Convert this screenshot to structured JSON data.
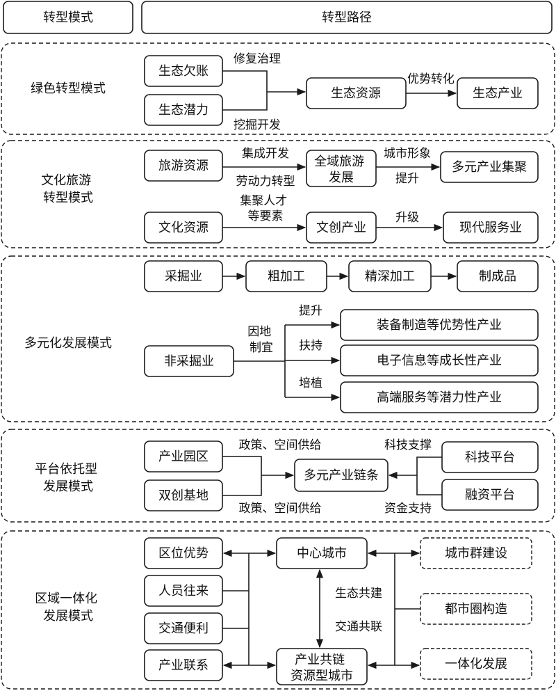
{
  "header": {
    "col1": "转型模式",
    "col2": "转型路径"
  },
  "sections": {
    "green": {
      "model": [
        "绿色转型模式"
      ],
      "nodes": [
        "生态欠账",
        "生态潜力",
        "生态资源",
        "生态产业"
      ],
      "labels": [
        "修复治理",
        "挖掘开发",
        "优势转化"
      ]
    },
    "culture": {
      "model": [
        "文化旅游",
        "转型模式"
      ],
      "nodes": [
        "旅游资源",
        "全域旅游|发展",
        "多元产业集聚",
        "文化资源",
        "文创产业",
        "现代服务业"
      ],
      "labels": [
        "集成开发",
        "劳动力转型",
        "城市形象",
        "提升",
        "集聚人才|等要素",
        "升级"
      ]
    },
    "diverse": {
      "model": [
        "多元化发展模式"
      ],
      "nodes": [
        "采掘业",
        "粗加工",
        "精深加工",
        "制成品",
        "非采掘业",
        "装备制造等优势性产业",
        "电子信息等成长性产业",
        "高端服务等潜力性产业"
      ],
      "labels": [
        "因地|制宜",
        "提升",
        "扶持",
        "培植"
      ]
    },
    "platform": {
      "model": [
        "平台依托型",
        "发展模式"
      ],
      "nodes": [
        "产业园区",
        "双创基地",
        "多元产业链条",
        "科技平台",
        "融资平台"
      ],
      "labels": [
        "政策、空间供给",
        "政策、空间供给",
        "科技支撑",
        "资金支持"
      ]
    },
    "regional": {
      "model": [
        "区域一体化",
        "发展模式"
      ],
      "nodes": [
        "区位优势",
        "人员往来",
        "交通便利",
        "产业联系",
        "中心城市",
        "产业共链|资源型城市",
        "城市群建设",
        "都市圈构造",
        "一体化发展"
      ],
      "labels": [
        "生态共建",
        "交通共联"
      ]
    }
  }
}
